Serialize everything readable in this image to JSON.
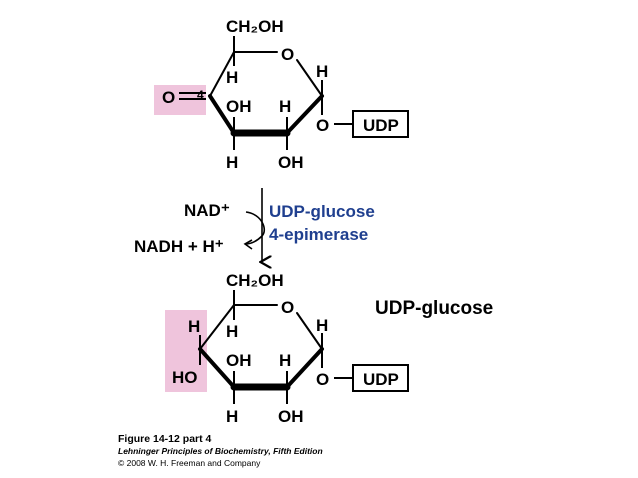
{
  "diagram": {
    "top_molecule": {
      "ch2oh": "CH₂OH",
      "ring_o": "O",
      "anomeric_h": "H",
      "c4_h_top": "H",
      "carbonyl_o": "O",
      "carbon_number": "4",
      "c3_oh": "OH",
      "c2_h": "H",
      "c3_h": "H",
      "c2_oh": "OH",
      "glycosidic_o": "O",
      "udp_label": "UDP",
      "highlight_color": "#efc4dc"
    },
    "reaction": {
      "cofactor_in": "NAD⁺",
      "cofactor_out": "NADH + H⁺",
      "enzyme_line1": "UDP-glucose",
      "enzyme_line2": "4-epimerase",
      "enzyme_color": "#1f3f8f"
    },
    "bottom_molecule": {
      "name": "UDP-glucose",
      "ch2oh": "CH₂OH",
      "ring_o": "O",
      "anomeric_h": "H",
      "c4_h_out": "H",
      "c4_h_in": "H",
      "c4_ho": "HO",
      "c3_oh": "OH",
      "c2_h": "H",
      "c3_h": "H",
      "c2_oh": "OH",
      "glycosidic_o": "O",
      "udp_label": "UDP",
      "highlight_color": "#efc4dc"
    }
  },
  "caption": {
    "figure": "Figure 14-12 part 4",
    "book": "Lehninger Principles of Biochemistry, Fifth Edition",
    "copyright": "© 2008 W. H. Freeman and Company"
  }
}
